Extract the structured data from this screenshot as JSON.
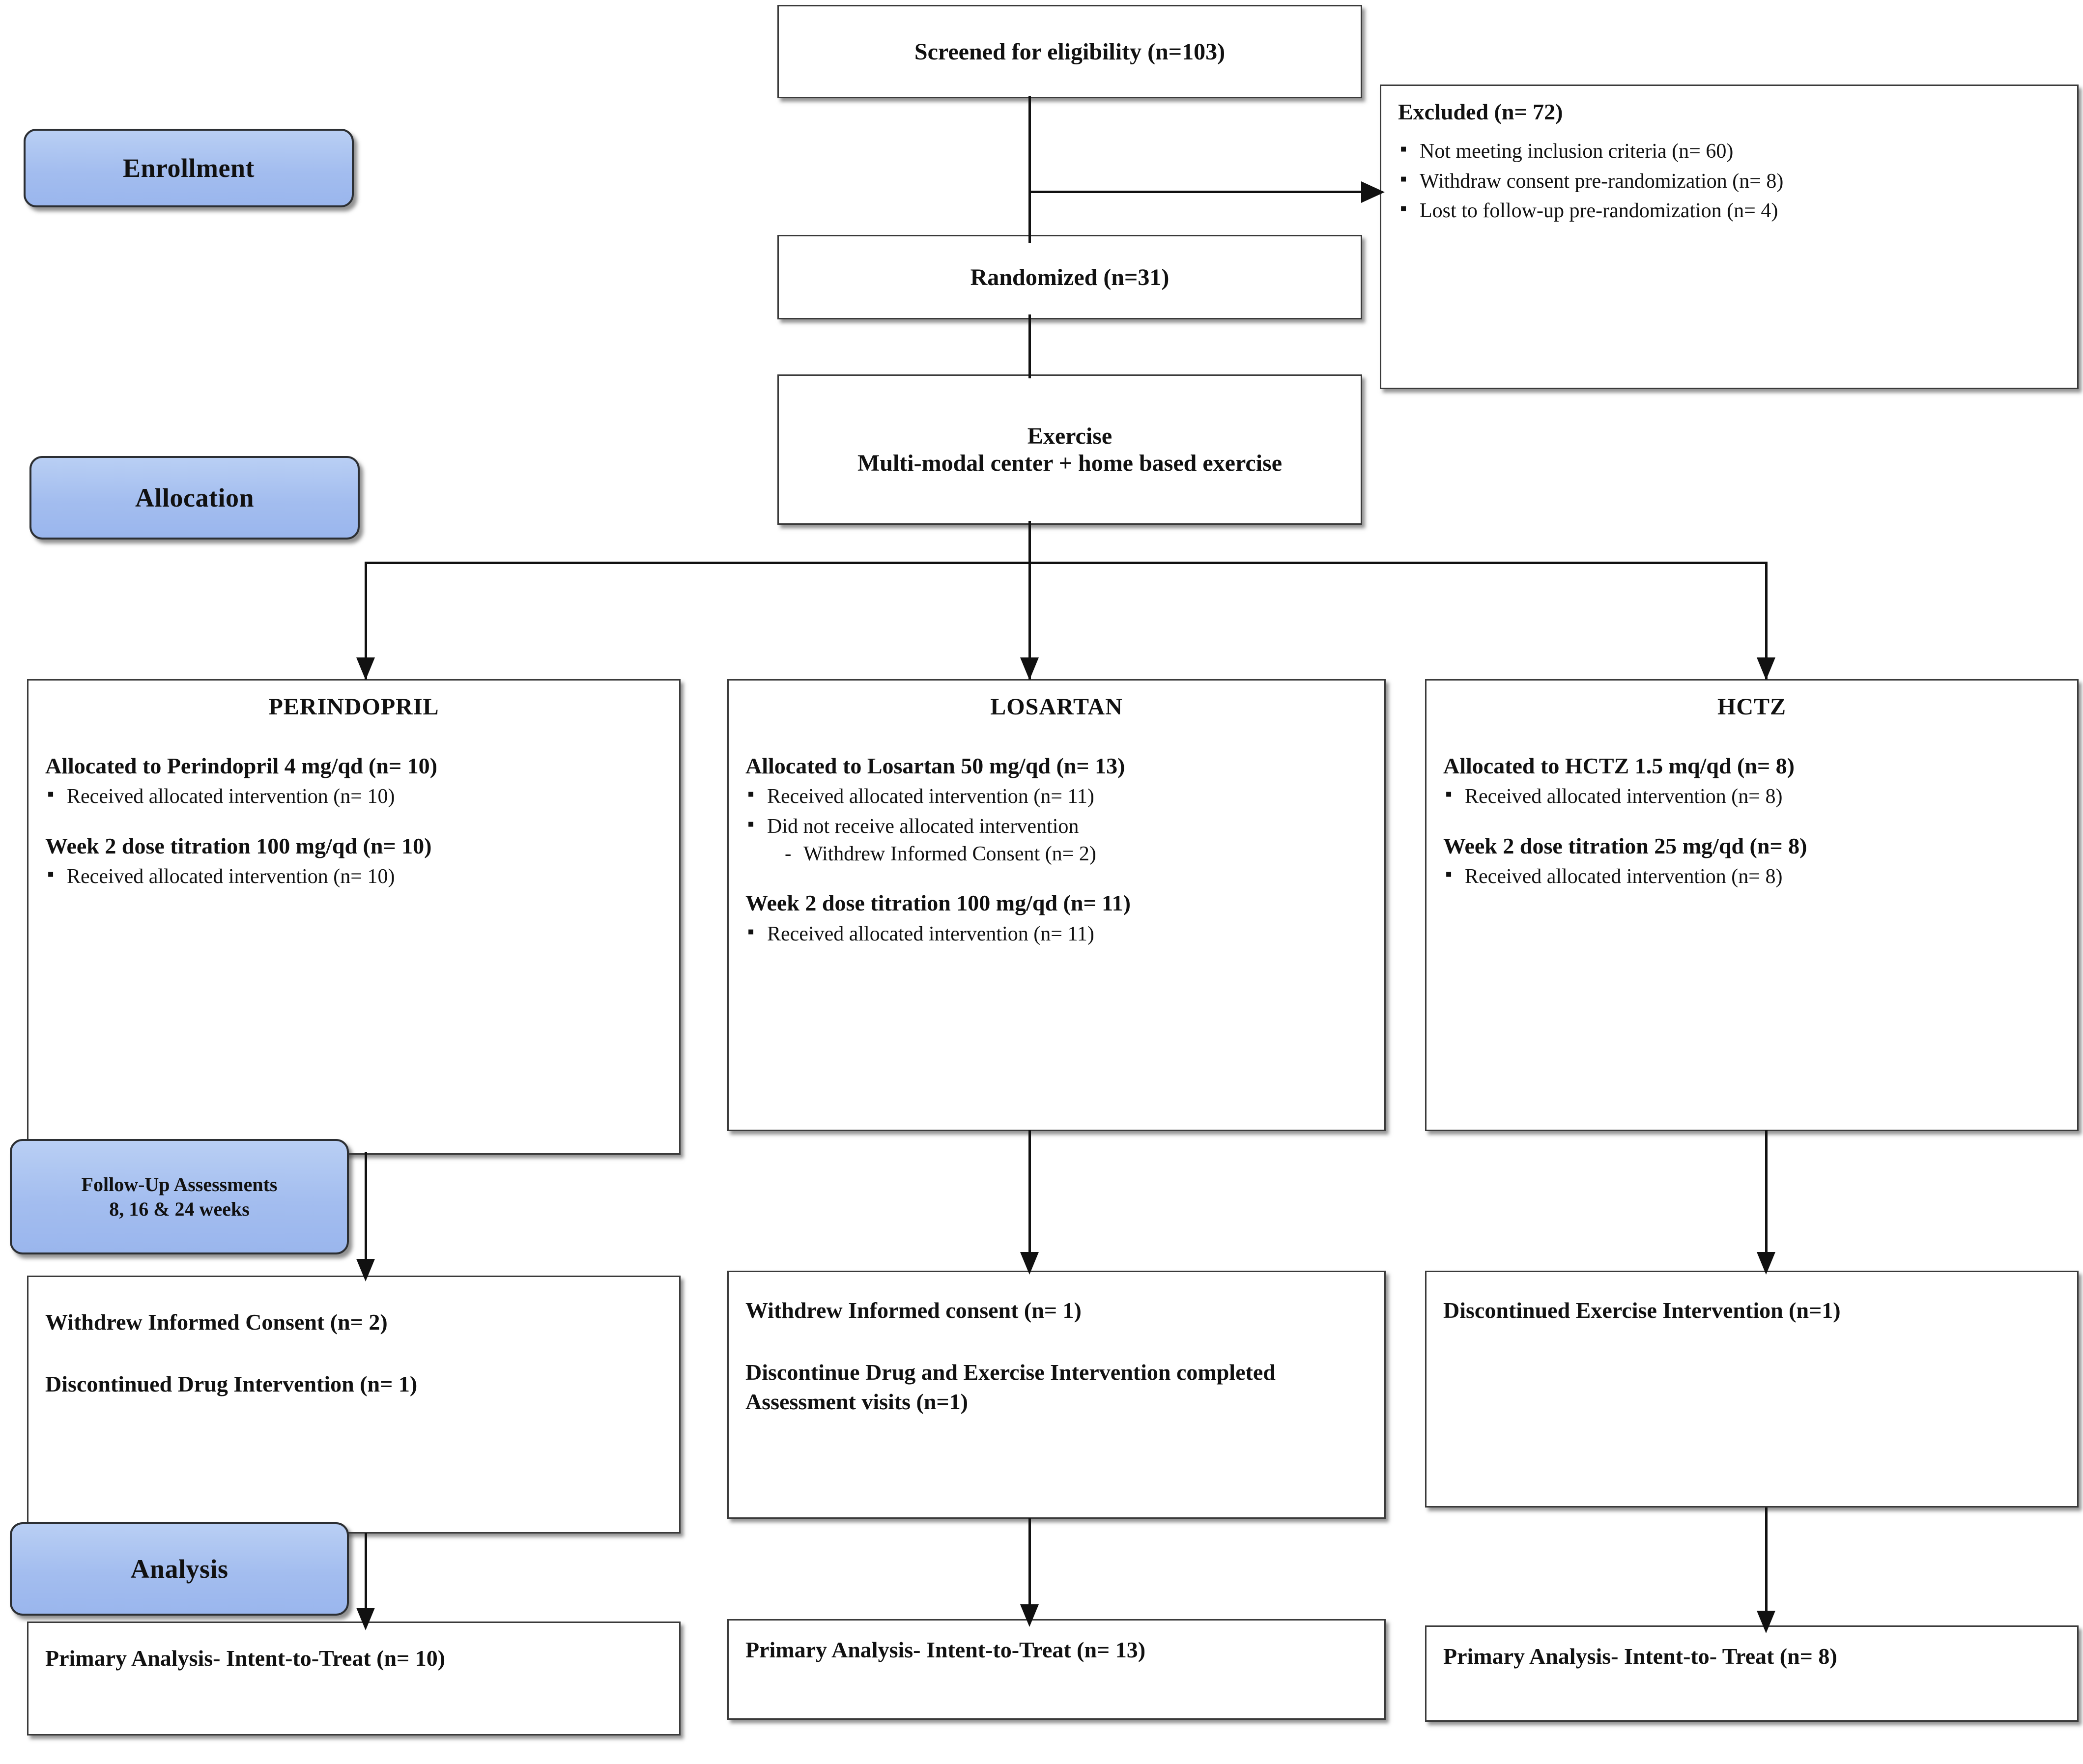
{
  "diagram": {
    "title": "CONSORT participant flow diagram",
    "accent_blue": "#a3bdef",
    "border_color": "#3a3a3a"
  },
  "stages": [
    {
      "name": "enrollment",
      "line1": "Enrollment",
      "line2": "",
      "line3": ""
    },
    {
      "name": "allocation",
      "line1": "Allocation",
      "line2": "",
      "line3": ""
    },
    {
      "name": "follow-up",
      "line1": "",
      "line2": "Follow-Up Assessments",
      "line3": "8, 16 & 24 weeks"
    },
    {
      "name": "analysis",
      "line1": "Analysis",
      "line2": "",
      "line3": ""
    }
  ],
  "enrollment": {
    "screened": "Screened for eligibility (n=103)",
    "randomized": "Randomized (n=31)",
    "excluded": {
      "heading": "Excluded (n= 72)",
      "items": [
        "Not meeting inclusion criteria (n= 60)",
        "Withdraw consent pre-randomization (n= 8)",
        "Lost to follow-up pre-randomization (n= 4)"
      ]
    },
    "exercise": {
      "line1": "Exercise",
      "line2": "Multi-modal center + home based exercise"
    }
  },
  "arms": [
    {
      "id": "perindopril",
      "title": "PERINDOPRIL",
      "allocation_heading": "Allocated to Perindopril 4 mg/qd (n= 10)",
      "allocation_items": [
        {
          "text": "Received allocated intervention (n= 10)",
          "sub": false
        }
      ],
      "titration_heading": "Week 2 dose titration 100 mg/qd (n= 10)",
      "titration_items": [
        {
          "text": "Received allocated intervention (n= 10)",
          "sub": false
        }
      ],
      "followup_lines": [
        "Withdrew Informed Consent (n= 2)",
        "Discontinued Drug Intervention (n= 1)"
      ],
      "analysis": "Primary Analysis- Intent-to-Treat (n= 10)"
    },
    {
      "id": "losartan",
      "title": "LOSARTAN",
      "allocation_heading": "Allocated to Losartan 50 mg/qd (n= 13)",
      "allocation_items": [
        {
          "text": "Received allocated intervention (n= 11)",
          "sub": false
        },
        {
          "text": "Did not receive allocated intervention",
          "sub": false
        },
        {
          "text": "Withdrew Informed Consent (n= 2)",
          "sub": true
        }
      ],
      "titration_heading": "Week 2 dose titration 100 mg/qd (n= 11)",
      "titration_items": [
        {
          "text": "Received allocated intervention (n= 11)",
          "sub": false
        }
      ],
      "followup_lines": [
        "Withdrew Informed consent (n= 1)",
        "Discontinue Drug and Exercise Intervention completed Assessment visits (n=1)"
      ],
      "analysis": "Primary Analysis- Intent-to-Treat (n= 13)"
    },
    {
      "id": "hctz",
      "title": "HCTZ",
      "allocation_heading": "Allocated to HCTZ 1.5 mq/qd (n= 8)",
      "allocation_items": [
        {
          "text": "Received allocated intervention (n= 8)",
          "sub": false
        }
      ],
      "titration_heading": "Week 2 dose titration 25 mg/qd (n= 8)",
      "titration_items": [
        {
          "text": "Received allocated intervention (n= 8)",
          "sub": false
        }
      ],
      "followup_lines": [
        "Discontinued Exercise Intervention (n=1)"
      ],
      "analysis": "Primary Analysis- Intent-to- Treat (n= 8)"
    }
  ]
}
